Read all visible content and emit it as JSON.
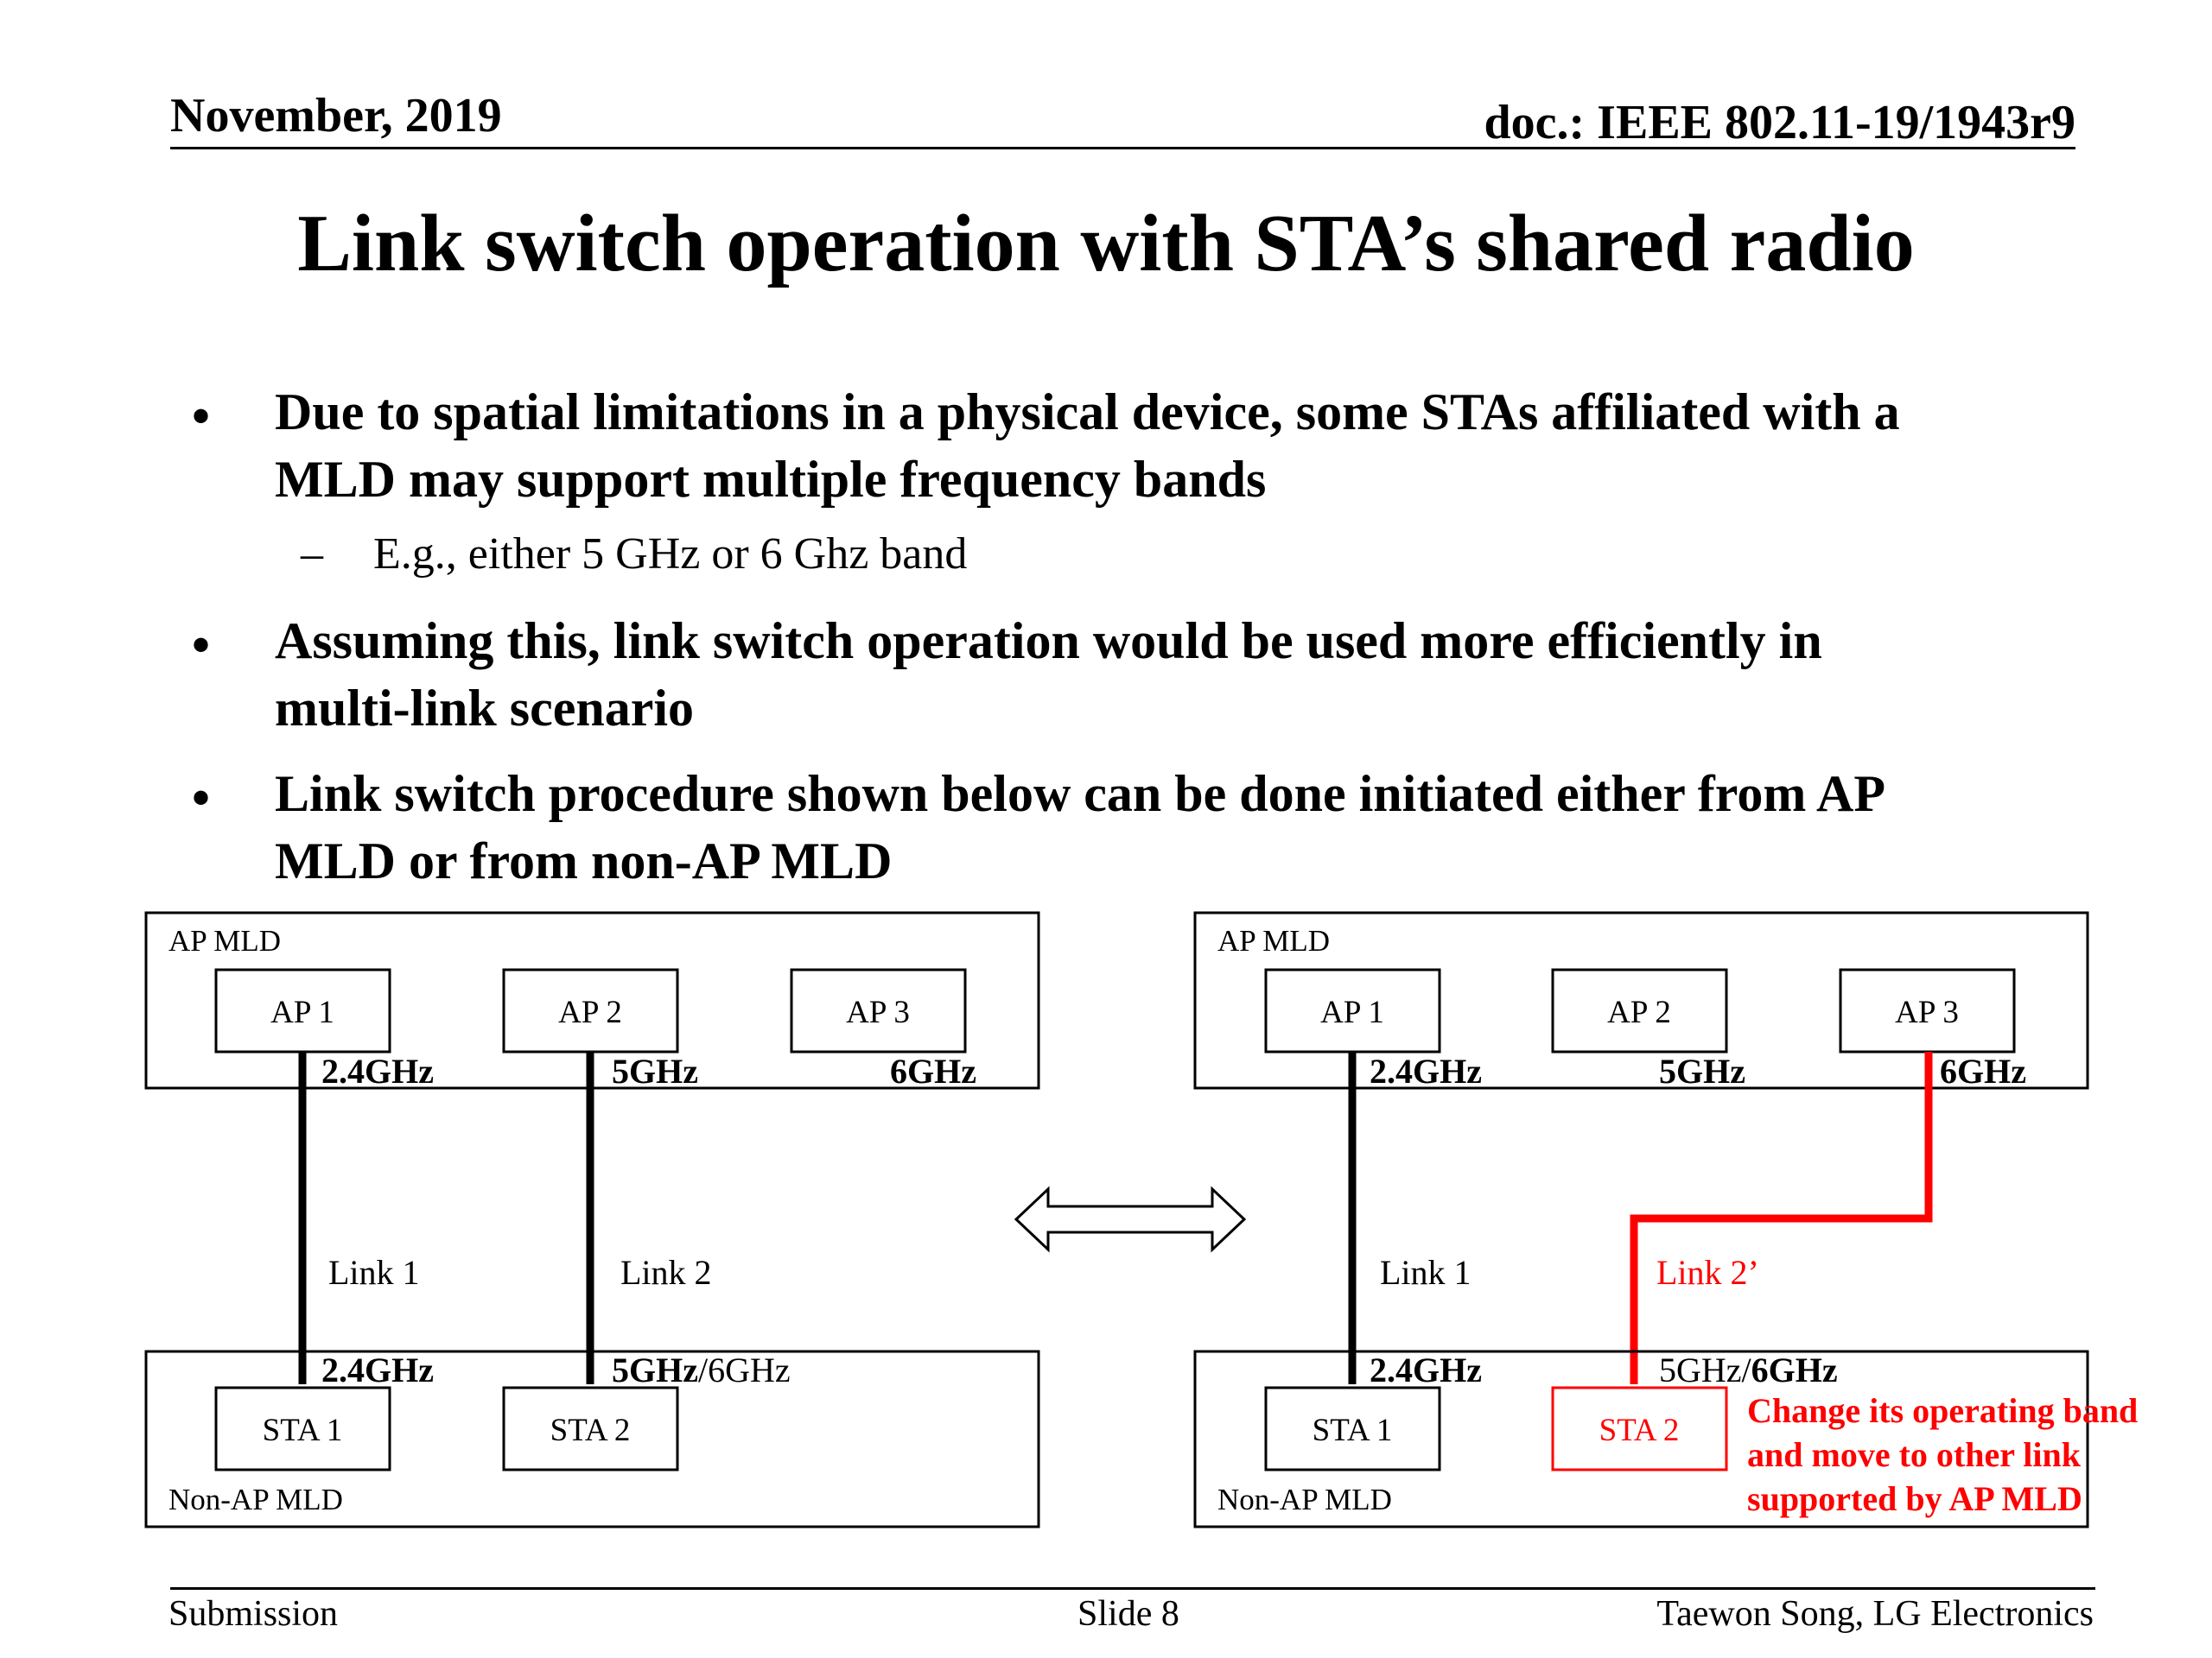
{
  "header": {
    "date": "November, 2019",
    "doc": "doc.: IEEE 802.11-19/1943r9"
  },
  "slide": {
    "title": "Link switch operation with STA’s shared radio",
    "bullets": [
      {
        "line1": "Due to spatial limitations in a physical device, some STAs affiliated with a",
        "line2": "MLD may support multiple frequency bands"
      },
      {
        "line1": "Assuming this, link switch operation would be used more efficiently in",
        "line2": "multi-link scenario"
      },
      {
        "line1": "Link switch procedure shown below can be done initiated either from AP",
        "line2": "MLD or from non-AP MLD"
      }
    ],
    "sub_bullet": "E.g., either 5 GHz or 6 Ghz band",
    "bullet_symbol": "•",
    "dash_symbol": "–"
  },
  "diagram": {
    "colors": {
      "line": "#000000",
      "highlight": "#ff0000"
    },
    "left": {
      "ap_mld_label": "AP MLD",
      "ap1": "AP 1",
      "ap2": "AP 2",
      "ap3": "AP 3",
      "ap_band1": "2.4GHz",
      "ap_band2": "5GHz",
      "ap_band3": "6GHz",
      "link1": "Link 1",
      "link2": "Link 2",
      "sta_band1": "2.4GHz",
      "sta_band2_bold": "5GHz",
      "sta_band2_rest": "/6GHz",
      "sta1": "STA 1",
      "sta2": "STA 2",
      "non_ap_label": "Non-AP MLD"
    },
    "right": {
      "ap_mld_label": "AP MLD",
      "ap1": "AP 1",
      "ap2": "AP 2",
      "ap3": "AP 3",
      "ap_band1": "2.4GHz",
      "ap_band2": "5GHz",
      "ap_band3": "6GHz",
      "link1": "Link 1",
      "link2": "Link 2’",
      "sta_band1": "2.4GHz",
      "sta_band2_plain": "5GHz/",
      "sta_band2_bold": "6GHz",
      "sta1": "STA 1",
      "sta2": "STA 2",
      "non_ap_label": "Non-AP MLD",
      "note": [
        "Change its operating band",
        "and move to other link",
        "supported by AP MLD"
      ]
    }
  },
  "footer": {
    "left": "Submission",
    "center": "Slide 8",
    "right": "Taewon Song, LG Electronics"
  }
}
